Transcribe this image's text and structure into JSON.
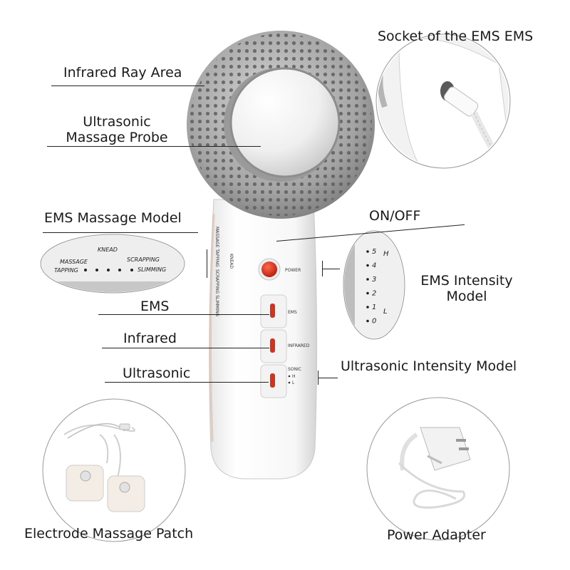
{
  "labels": {
    "infrared_ray_area": "Infrared Ray Area",
    "ultrasonic_probe_line1": "Ultrasonic",
    "ultrasonic_probe_line2": "Massage Probe",
    "socket": "Socket of the EMS EMS",
    "ems_massage_model": "EMS Massage Model",
    "on_off": "ON/OFF",
    "ems_intensity_line1": "EMS Intensity",
    "ems_intensity_line2": "Model",
    "ems": "EMS",
    "infrared": "Infrared",
    "ultrasonic": "Ultrasonic",
    "ultrasonic_intensity": "Ultrasonic Intensity Model",
    "electrode_patch": "Electrode Massage Patch",
    "power_adapter": "Power Adapter"
  },
  "device_text": {
    "power": "POWER",
    "ems": "EMS",
    "infrared": "INFRARED",
    "sonic": "SONIC",
    "h": "H",
    "l": "L",
    "massage": "MASSAGE",
    "knead": "KNEAD",
    "scrapping": "SCRAPPING",
    "tapping": "TAPPING",
    "slimming": "SLIMMING",
    "side_massage_tapping": "MASSAGE TAPPING",
    "side_knead": "KNEAD",
    "side_scrapping_slimming": "SCRAPPING SLIMMING"
  },
  "intensity_levels": [
    "5",
    "4",
    "3",
    "2",
    "1",
    "0"
  ],
  "intensity_marks": {
    "high": "H",
    "low": "L"
  }
}
